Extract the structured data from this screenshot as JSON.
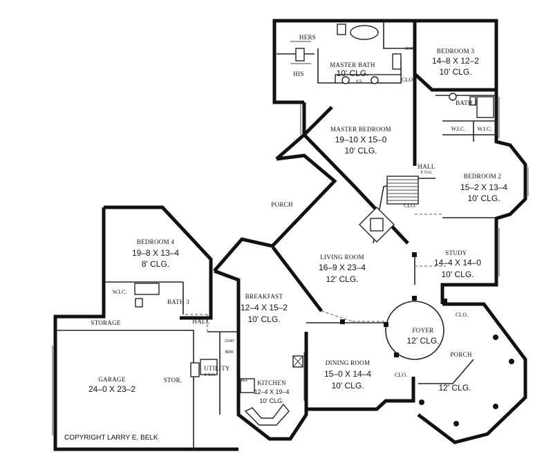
{
  "rooms": {
    "hers": "HERS",
    "his": "HIS",
    "master_bath": {
      "name": "MASTER BATH",
      "clg": "10' CLG."
    },
    "bedroom3": {
      "name": "BEDROOM 3",
      "dim": "14–8 X 12–2",
      "clg": "10' CLG."
    },
    "bath2": "BATH 2",
    "master_bedroom": {
      "name": "MASTER BEDROOM",
      "dim": "19–10 X 15–0",
      "clg": "10' CLG."
    },
    "hall_upper": {
      "name": "HALL",
      "clg": "8' CLG."
    },
    "bedroom2": {
      "name": "BEDROOM 2",
      "dim": "15–2 X 13–4",
      "clg": "10' CLG."
    },
    "porch_back": "PORCH",
    "bedroom4": {
      "name": "BEDROOM 4",
      "dim": "19–8 X 13–4",
      "clg": "8' CLG."
    },
    "living_room": {
      "name": "LIVING ROOM",
      "dim": "16–9 X 23–4",
      "clg": "12' CLG."
    },
    "study": {
      "name": "STUDY",
      "dim": "14–4 X 14–0",
      "clg": "10' CLG."
    },
    "bath3": "BATH 3",
    "breakfast": {
      "name": "BREAKFAST",
      "dim": "12–4 X 15–2",
      "clg": "10' CLG."
    },
    "hall_lower": "HALL",
    "storage": "STORAGE",
    "foyer": {
      "name": "FOYER",
      "clg": "12' CLG."
    },
    "garage": {
      "name": "GARAGE",
      "dim": "24–0 X 23–2"
    },
    "stor": "STOR.",
    "utility": {
      "name": "UTILITY",
      "clg": "8' CLG."
    },
    "dining_room": {
      "name": "DINING ROOM",
      "dim": "15–0 X 14–4",
      "clg": "10' CLG."
    },
    "kitchen": {
      "name": "KITCHEN",
      "dim": "12–4 X 19–4",
      "clg": "10' CLG."
    },
    "porch_front": {
      "name": "PORCH",
      "clg": "12' CLG."
    }
  },
  "small_labels": {
    "wic_bed2": "W.I.C.",
    "wic_bath2": "W.I.C.",
    "wic_bed4": "W.I.C.",
    "clo_bed3": "CLO.",
    "clo_hall": "CLO.",
    "clo_foyer_left": "CLO.",
    "clo_foyer_right": "CLO.",
    "seat": "SEAT",
    "coat": "COAT",
    "brm": "BRM.",
    "ref": "REF.",
    "ka": "K.S."
  },
  "copyright": "COPYRIGHT LARRY E. BELK"
}
